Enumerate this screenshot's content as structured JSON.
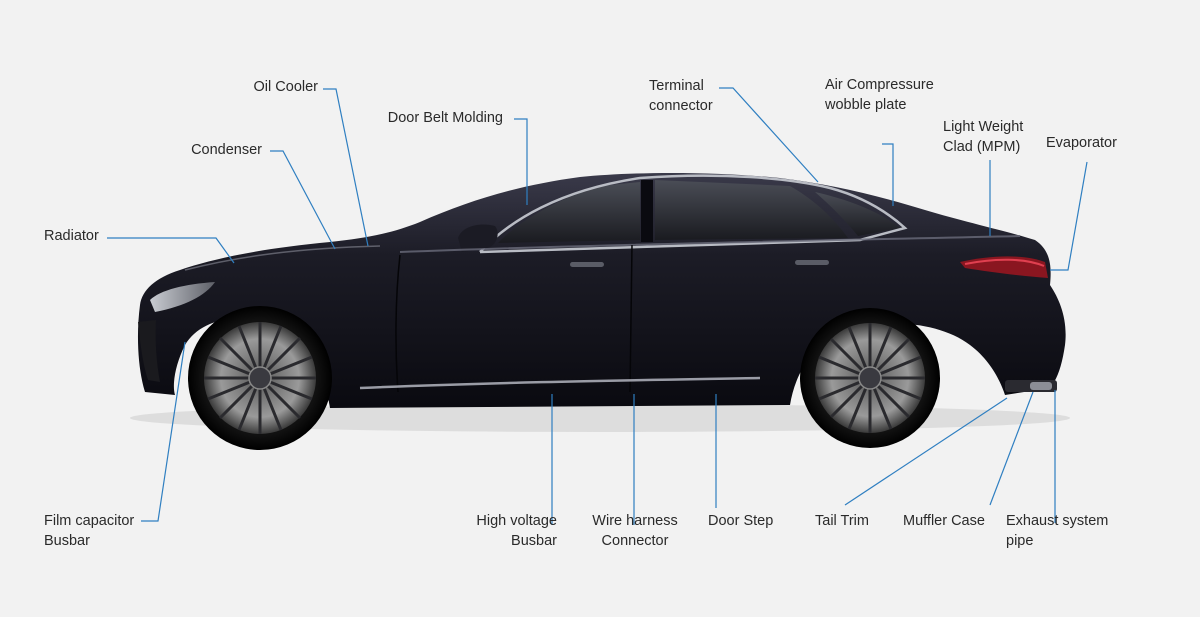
{
  "accent_color": "#2f7fc1",
  "callouts": [
    {
      "id": "oil-cooler",
      "lines": [
        "Oil Cooler"
      ]
    },
    {
      "id": "door-belt-molding",
      "lines": [
        "Door Belt Molding"
      ]
    },
    {
      "id": "condenser",
      "lines": [
        "Condenser"
      ]
    },
    {
      "id": "radiator",
      "lines": [
        "Radiator"
      ]
    },
    {
      "id": "terminal-connector",
      "lines": [
        "Terminal",
        "connector"
      ]
    },
    {
      "id": "air-compressure-wobble-plate",
      "lines": [
        "Air Compressure",
        "wobble plate"
      ]
    },
    {
      "id": "light-weight-clad",
      "lines": [
        "Light Weight",
        "Clad (MPM)"
      ]
    },
    {
      "id": "evaporator",
      "lines": [
        "Evaporator"
      ]
    },
    {
      "id": "film-capacitor-busbar",
      "lines": [
        "Film capacitor",
        "Busbar"
      ]
    },
    {
      "id": "high-voltage-busbar",
      "lines": [
        "High voltage",
        "Busbar"
      ]
    },
    {
      "id": "wire-harness-connector",
      "lines": [
        "Wire harness",
        "Connector"
      ]
    },
    {
      "id": "door-step",
      "lines": [
        "Door Step"
      ]
    },
    {
      "id": "tail-trim",
      "lines": [
        "Tail Trim"
      ]
    },
    {
      "id": "muffler-case",
      "lines": [
        "Muffler Case"
      ]
    },
    {
      "id": "exhaust-system-pipe",
      "lines": [
        "Exhaust system",
        "pipe"
      ]
    }
  ]
}
